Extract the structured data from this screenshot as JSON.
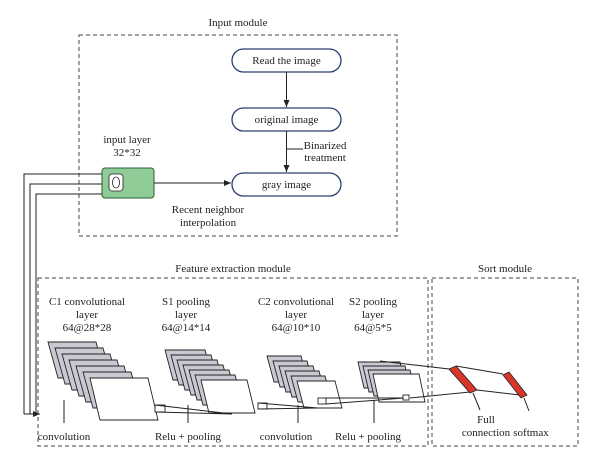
{
  "input_module": {
    "title": "Input module",
    "read_image": "Read the image",
    "original_image": "original image",
    "gray_image": "gray image",
    "binarized_1": "Binarized",
    "binarized_2": "treatment",
    "recent_1": "Recent neighbor",
    "recent_2": "interpolation"
  },
  "input_layer": {
    "title": "input layer",
    "size": "32*32",
    "color": "#8fcc98"
  },
  "feature_module": {
    "title": "Feature extraction module",
    "c1": [
      "C1 convolutional",
      "layer",
      "64@28*28"
    ],
    "s1": [
      "S1 pooling",
      "layer",
      "64@14*14"
    ],
    "c2": [
      "C2 convolutional",
      "layer",
      "64@10*10"
    ],
    "s2": [
      "S2 pooling",
      "layer",
      "64@5*5"
    ],
    "ops": [
      "convolution",
      "Relu + pooling",
      "convolution",
      "Relu + pooling"
    ]
  },
  "sort_module": {
    "title": "Sort module",
    "full_1": "Full",
    "full_2": "connection",
    "softmax": "softmax",
    "bar_color": "#d9362b"
  }
}
